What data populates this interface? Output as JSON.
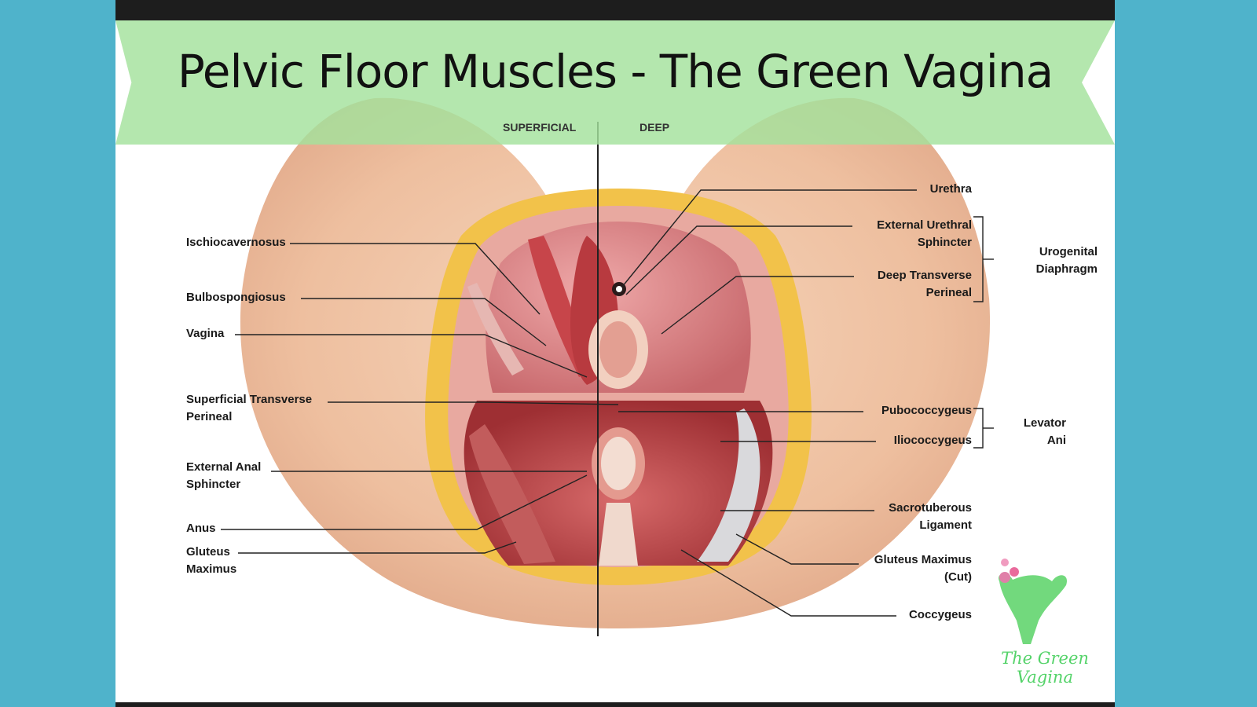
{
  "title": "Pelvic Floor Muscles - The Green Vagina",
  "headers": {
    "superficial": "SUPERFICIAL",
    "deep": "DEEP"
  },
  "labels_left": {
    "ischiocavernosus": "Ischiocavernosus",
    "bulbospongiosus": "Bulbospongiosus",
    "vagina": "Vagina",
    "superficial_transverse_1": "Superficial Transverse",
    "superficial_transverse_2": "Perineal",
    "external_anal_1": "External Anal",
    "external_anal_2": "Sphincter",
    "anus": "Anus",
    "gluteus_1": "Gluteus",
    "gluteus_2": "Maximus"
  },
  "labels_right": {
    "urethra": "Urethra",
    "ext_urethral_1": "External Urethral",
    "ext_urethral_2": "Sphincter",
    "deep_transverse_1": "Deep Transverse",
    "deep_transverse_2": "Perineal",
    "pubococcygeus": "Pubococcygeus",
    "iliococcygeus": "Iliococcygeus",
    "sacrotuberous_1": "Sacrotuberous",
    "sacrotuberous_2": "Ligament",
    "gluteus_cut_1": "Gluteus Maximus",
    "gluteus_cut_2": "(Cut)",
    "coccygeus": "Coccygeus"
  },
  "groups": {
    "urogenital_1": "Urogenital",
    "urogenital_2": "Diaphragm",
    "levator_1": "Levator",
    "levator_2": "Ani"
  },
  "logo_text": "The Green Vagina",
  "colors": {
    "background": "#4fb3cb",
    "banner": "#a4e29c",
    "skin": "#f1c7a7",
    "fat": "#f2c24a",
    "muscle": "#b94040",
    "logo_green": "#55d36a"
  }
}
